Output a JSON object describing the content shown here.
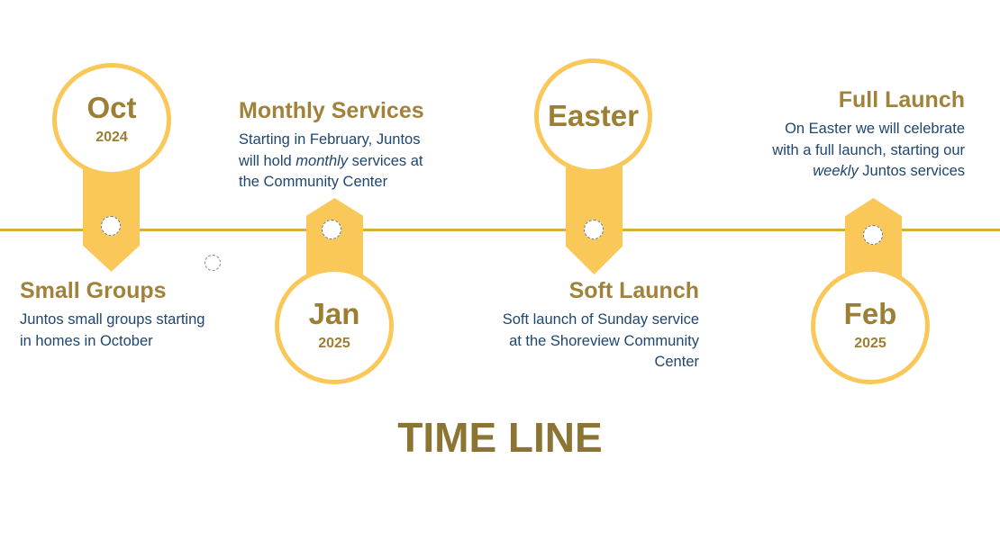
{
  "colors": {
    "accent": "#f9c858",
    "line": "#d9ad3c",
    "title": "#a0823a",
    "text": "#1d4670"
  },
  "heading": "TIME LINE",
  "events": [
    {
      "month": "Oct",
      "year": "2024",
      "title": "Small Groups",
      "desc_lines": [
        "Juntos small groups starting",
        "in homes in October"
      ]
    },
    {
      "month": "Jan",
      "year": "2025",
      "title": "Monthly Services",
      "desc_lines": [
        [
          "Starting in February, Juntos"
        ],
        [
          "will hold ",
          {
            "em": "monthly"
          },
          " services at"
        ],
        [
          "the Community Center"
        ]
      ]
    },
    {
      "month": "Easter",
      "title": "Soft Launch",
      "desc_lines": [
        "Soft launch of Sunday service",
        "at the Shoreview Community",
        "Center"
      ]
    },
    {
      "month": "Feb",
      "year": "2025",
      "title": "Full Launch",
      "desc_lines": [
        [
          "On Easter we will celebrate"
        ],
        [
          "with a full launch, starting our"
        ],
        [
          {
            "em": "weekly"
          },
          " Juntos services"
        ]
      ]
    }
  ]
}
